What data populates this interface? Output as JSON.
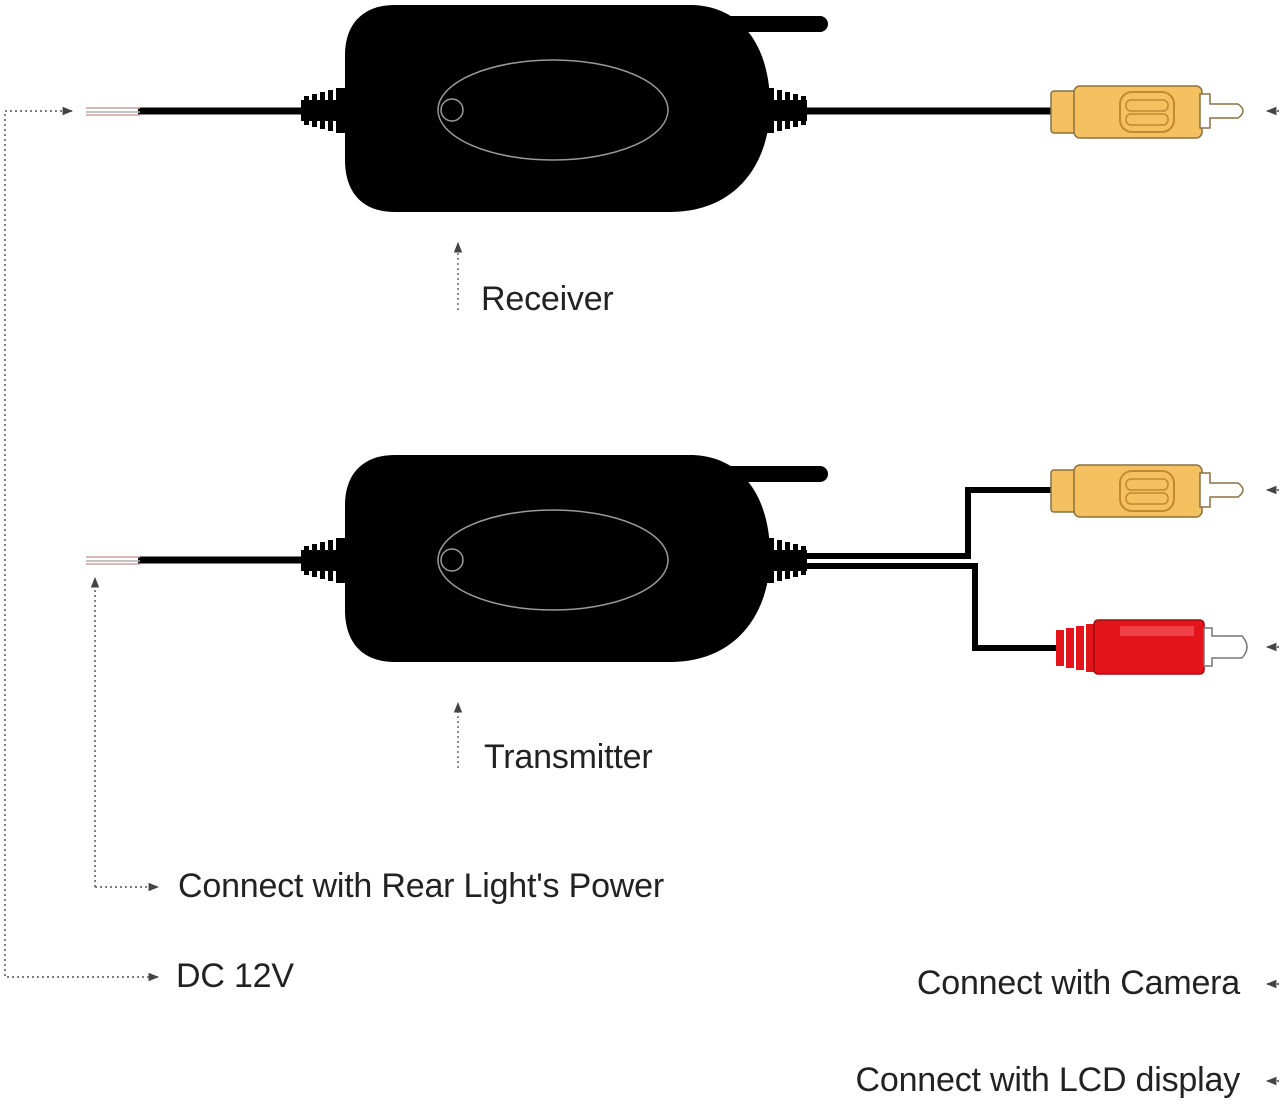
{
  "labels": {
    "receiver": "Receiver",
    "transmitter": "Transmitter",
    "rear_light_power": "Connect with Rear Light's Power",
    "dc_12v": "DC 12V",
    "connect_camera": "Connect with Camera",
    "connect_lcd": "Connect with LCD display"
  },
  "colors": {
    "device_body": "#000000",
    "rca_yellow": "#f5c060",
    "rca_red": "#e4141b",
    "rca_tip": "#ffffff",
    "leader_line": "#444444"
  }
}
